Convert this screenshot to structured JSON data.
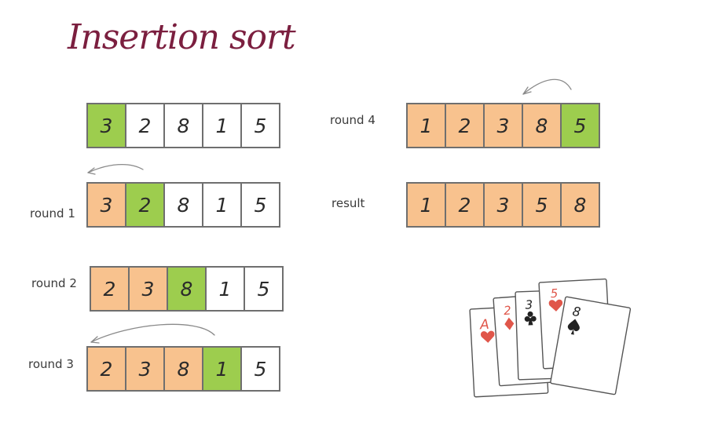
{
  "title": "Insertion sort",
  "colors": {
    "sorted": "#f8c28e",
    "current": "#9dcd4e",
    "plain": "#ffffff",
    "title": "#7b1f3f"
  },
  "rows": [
    {
      "label": "",
      "values": [
        "3",
        "2",
        "8",
        "1",
        "5"
      ],
      "states": [
        "current",
        "plain",
        "plain",
        "plain",
        "plain"
      ]
    },
    {
      "label": "round 1",
      "values": [
        "3",
        "2",
        "8",
        "1",
        "5"
      ],
      "states": [
        "sorted",
        "current",
        "plain",
        "plain",
        "plain"
      ]
    },
    {
      "label": "round 2",
      "values": [
        "2",
        "3",
        "8",
        "1",
        "5"
      ],
      "states": [
        "sorted",
        "sorted",
        "current",
        "plain",
        "plain"
      ]
    },
    {
      "label": "round 3",
      "values": [
        "2",
        "3",
        "8",
        "1",
        "5"
      ],
      "states": [
        "sorted",
        "sorted",
        "sorted",
        "current",
        "plain"
      ]
    },
    {
      "label": "round 4",
      "values": [
        "1",
        "2",
        "3",
        "8",
        "5"
      ],
      "states": [
        "sorted",
        "sorted",
        "sorted",
        "sorted",
        "current"
      ]
    },
    {
      "label": "result",
      "values": [
        "1",
        "2",
        "3",
        "5",
        "8"
      ],
      "states": [
        "sorted",
        "sorted",
        "sorted",
        "sorted",
        "sorted"
      ]
    }
  ],
  "cards": [
    {
      "rank": "A",
      "suit": "heart-icon",
      "color": "#e0564a"
    },
    {
      "rank": "2",
      "suit": "diamond-icon",
      "color": "#e0564a"
    },
    {
      "rank": "3",
      "suit": "club-icon",
      "color": "#222222"
    },
    {
      "rank": "5",
      "suit": "heart-icon",
      "color": "#e0564a"
    },
    {
      "rank": "8",
      "suit": "spade-icon",
      "color": "#222222"
    }
  ]
}
